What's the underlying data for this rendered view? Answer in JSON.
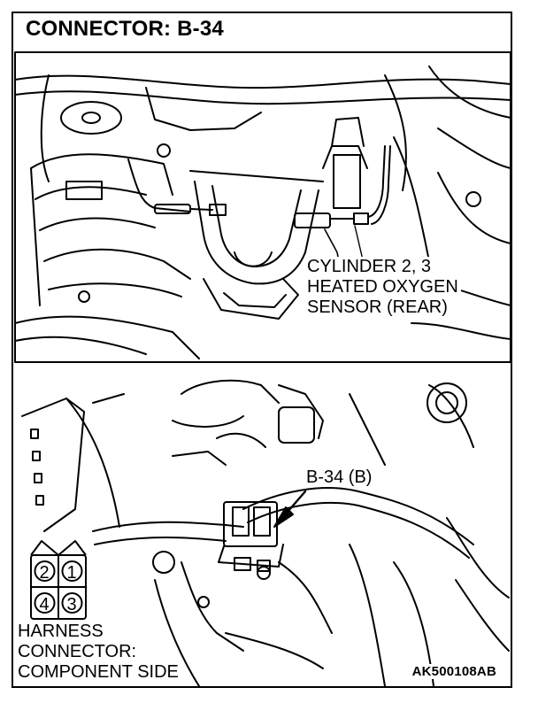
{
  "title": "CONNECTOR: B-34",
  "top_view": {
    "callout_lines": [
      "CYLINDER 2, 3",
      "HEATED OXYGEN",
      "SENSOR (REAR)"
    ]
  },
  "bottom_view": {
    "connector_callout": "B-34 (B)"
  },
  "harness_connector": {
    "pins": [
      "2",
      "1",
      "4",
      "3"
    ],
    "label_lines": [
      "HARNESS",
      "CONNECTOR:",
      "COMPONENT SIDE"
    ]
  },
  "figure_code": "AK500108AB"
}
